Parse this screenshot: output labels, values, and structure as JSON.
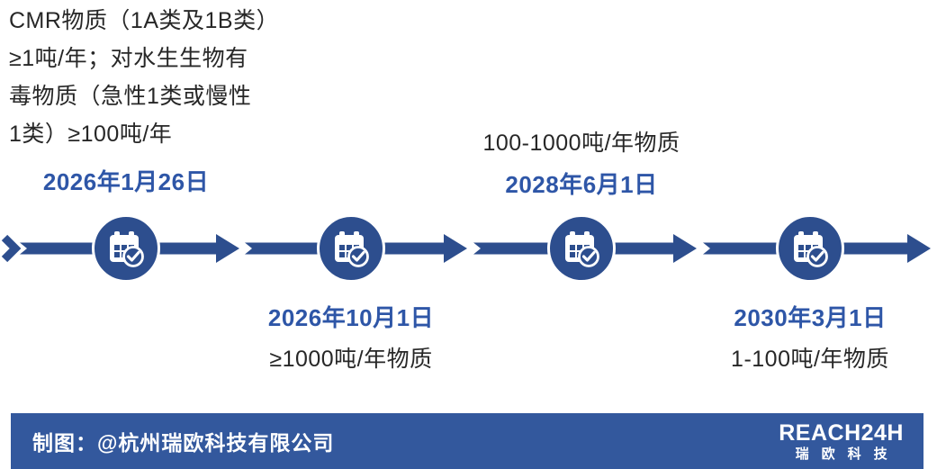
{
  "colors": {
    "navy": "#2d4e8e",
    "footer": "#33589d",
    "blue": "#2e56a7",
    "ink": "#272727",
    "paper": "#ffffff"
  },
  "timeline": {
    "icon": "calendar-check-icon",
    "nodes": [
      {
        "date": "2026年1月26日",
        "desc_lines": [
          "CMR物质（1A类及1B类）",
          "≥1吨/年；对水生生物有",
          "毒物质（急性1类或慢性",
          "1类）≥100吨/年"
        ],
        "label_position": "above"
      },
      {
        "date": "2026年10月1日",
        "desc": "≥1000吨/年物质",
        "label_position": "below"
      },
      {
        "date": "2028年6月1日",
        "desc": "100-1000吨/年物质",
        "label_position": "above"
      },
      {
        "date": "2030年3月1日",
        "desc": "1-100吨/年物质",
        "label_position": "below"
      }
    ]
  },
  "footer": {
    "credit": "制图：@杭州瑞欧科技有限公司",
    "logo_title": "REACH24H",
    "logo_subtitle": "瑞欧科技"
  }
}
